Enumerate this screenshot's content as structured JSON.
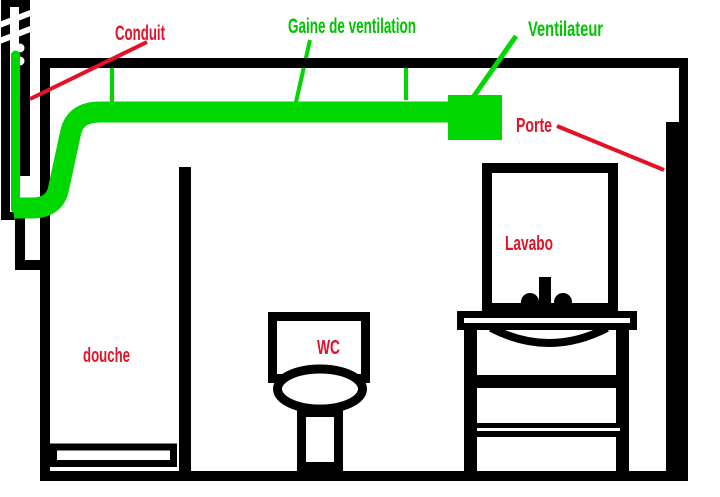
{
  "figure": {
    "type": "bathroom-ventilation-cross-section-diagram",
    "background": "#ffffff"
  },
  "colors": {
    "duct_green": "#00d600",
    "green_label": "#00c400",
    "red_label": "#e31227",
    "wall_black": "#000000",
    "fixture_fill": "#ffffff"
  },
  "labels": {
    "conduit": "Conduit",
    "gaine_de_ventilation": "Gaine de ventilation",
    "ventilateur": "Ventilateur",
    "porte": "Porte",
    "lavabo": "Lavabo",
    "wc": "WC",
    "douche": "douche"
  }
}
